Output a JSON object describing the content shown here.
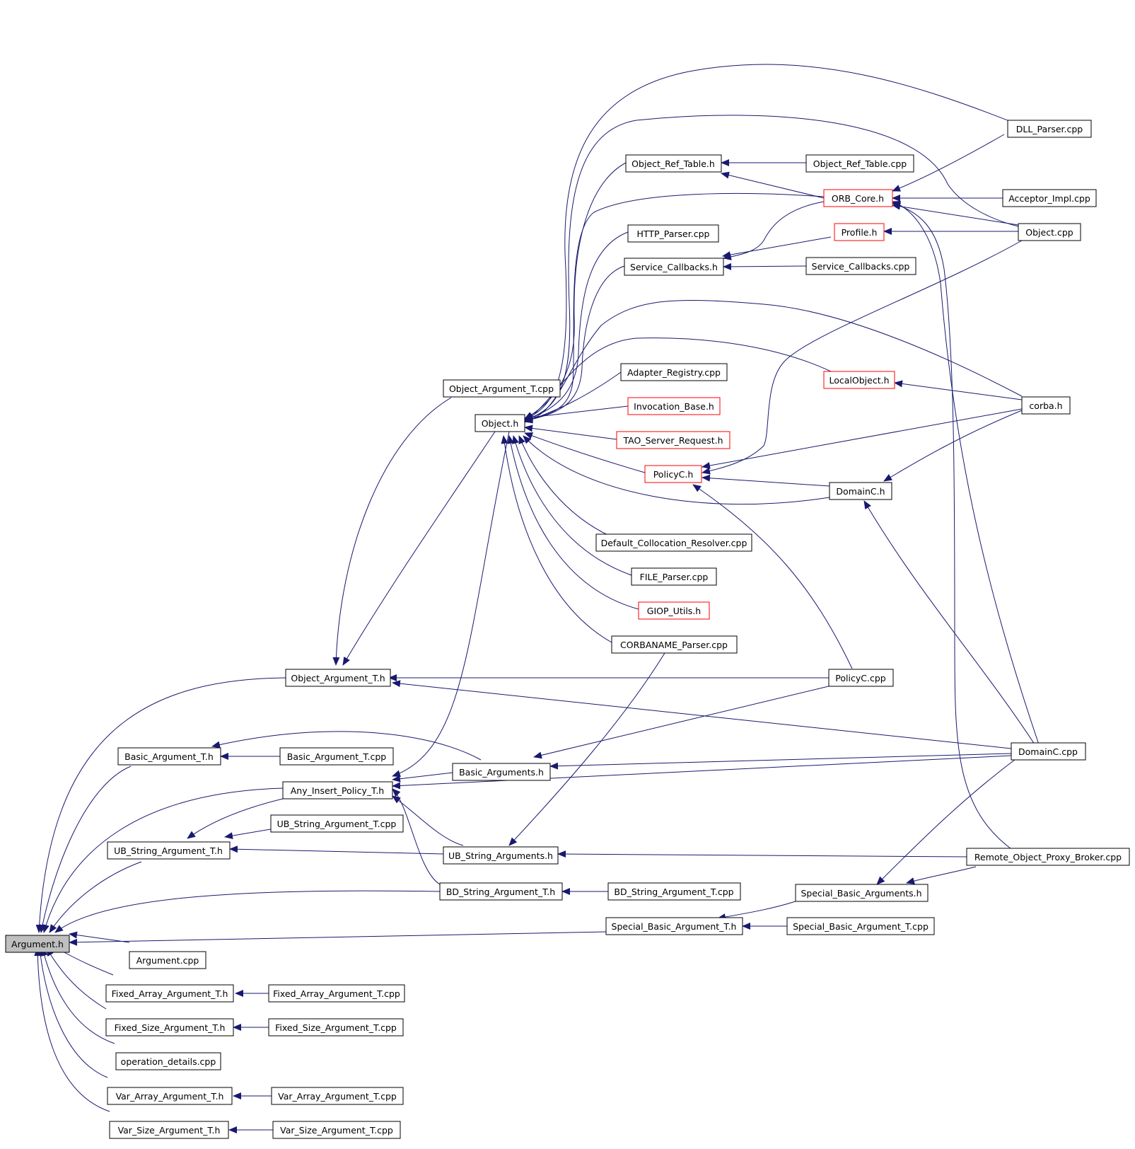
{
  "colors": {
    "edge": "#191970",
    "node_border": "#000000",
    "node_border_incomplete": "#ff0000",
    "root_fill": "#bfbfbf",
    "node_fill": "#ffffff"
  },
  "nodes": [
    {
      "id": "argument_h",
      "label": "Argument.h",
      "root": true
    },
    {
      "id": "argument_cpp",
      "label": "Argument.cpp"
    },
    {
      "id": "fixed_array_h",
      "label": "Fixed_Array_Argument_T.h"
    },
    {
      "id": "fixed_array_cpp",
      "label": "Fixed_Array_Argument_T.cpp"
    },
    {
      "id": "fixed_size_h",
      "label": "Fixed_Size_Argument_T.h"
    },
    {
      "id": "fixed_size_cpp",
      "label": "Fixed_Size_Argument_T.cpp"
    },
    {
      "id": "operation_details",
      "label": "operation_details.cpp"
    },
    {
      "id": "var_array_h",
      "label": "Var_Array_Argument_T.h"
    },
    {
      "id": "var_array_cpp",
      "label": "Var_Array_Argument_T.cpp"
    },
    {
      "id": "var_size_h",
      "label": "Var_Size_Argument_T.h"
    },
    {
      "id": "var_size_cpp",
      "label": "Var_Size_Argument_T.cpp"
    },
    {
      "id": "object_argument_h",
      "label": "Object_Argument_T.h"
    },
    {
      "id": "object_argument_cpp",
      "label": "Object_Argument_T.cpp"
    },
    {
      "id": "basic_argument_h",
      "label": "Basic_Argument_T.h"
    },
    {
      "id": "basic_argument_cpp",
      "label": "Basic_Argument_T.cpp"
    },
    {
      "id": "any_insert",
      "label": "Any_Insert_Policy_T.h"
    },
    {
      "id": "ub_string_cpp",
      "label": "UB_String_Argument_T.cpp"
    },
    {
      "id": "ub_string_h",
      "label": "UB_String_Argument_T.h"
    },
    {
      "id": "basic_arguments",
      "label": "Basic_Arguments.h"
    },
    {
      "id": "ub_string_arguments",
      "label": "UB_String_Arguments.h"
    },
    {
      "id": "bd_string_h",
      "label": "BD_String_Argument_T.h"
    },
    {
      "id": "bd_string_cpp",
      "label": "BD_String_Argument_T.cpp"
    },
    {
      "id": "special_basic_h",
      "label": "Special_Basic_Argument_T.h"
    },
    {
      "id": "special_basic_cpp",
      "label": "Special_Basic_Argument_T.cpp"
    },
    {
      "id": "special_basic_arguments",
      "label": "Special_Basic_Arguments.h"
    },
    {
      "id": "object_h",
      "label": "Object.h"
    },
    {
      "id": "object_ref_table_h",
      "label": "Object_Ref_Table.h"
    },
    {
      "id": "object_ref_table_cpp",
      "label": "Object_Ref_Table.cpp"
    },
    {
      "id": "orb_core",
      "label": "ORB_Core.h",
      "incomplete": true
    },
    {
      "id": "http_parser",
      "label": "HTTP_Parser.cpp"
    },
    {
      "id": "profile_h",
      "label": "Profile.h",
      "incomplete": true
    },
    {
      "id": "service_callbacks_h",
      "label": "Service_Callbacks.h"
    },
    {
      "id": "service_callbacks_cpp",
      "label": "Service_Callbacks.cpp"
    },
    {
      "id": "adapter_registry",
      "label": "Adapter_Registry.cpp"
    },
    {
      "id": "localobject",
      "label": "LocalObject.h",
      "incomplete": true
    },
    {
      "id": "invocation_base",
      "label": "Invocation_Base.h",
      "incomplete": true
    },
    {
      "id": "tao_server_request",
      "label": "TAO_Server_Request.h",
      "incomplete": true
    },
    {
      "id": "policyc_h",
      "label": "PolicyC.h",
      "incomplete": true
    },
    {
      "id": "domainc_h",
      "label": "DomainC.h"
    },
    {
      "id": "default_collocation",
      "label": "Default_Collocation_Resolver.cpp"
    },
    {
      "id": "file_parser",
      "label": "FILE_Parser.cpp"
    },
    {
      "id": "giop_utils",
      "label": "GIOP_Utils.h",
      "incomplete": true
    },
    {
      "id": "corbaname_parser",
      "label": "CORBANAME_Parser.cpp"
    },
    {
      "id": "policyc_cpp",
      "label": "PolicyC.cpp"
    },
    {
      "id": "domainc_cpp",
      "label": "DomainC.cpp"
    },
    {
      "id": "remote_object_proxy",
      "label": "Remote_Object_Proxy_Broker.cpp"
    },
    {
      "id": "dll_parser",
      "label": "DLL_Parser.cpp"
    },
    {
      "id": "acceptor_impl",
      "label": "Acceptor_Impl.cpp"
    },
    {
      "id": "object_cpp",
      "label": "Object.cpp"
    },
    {
      "id": "corba_h",
      "label": "corba.h"
    }
  ]
}
